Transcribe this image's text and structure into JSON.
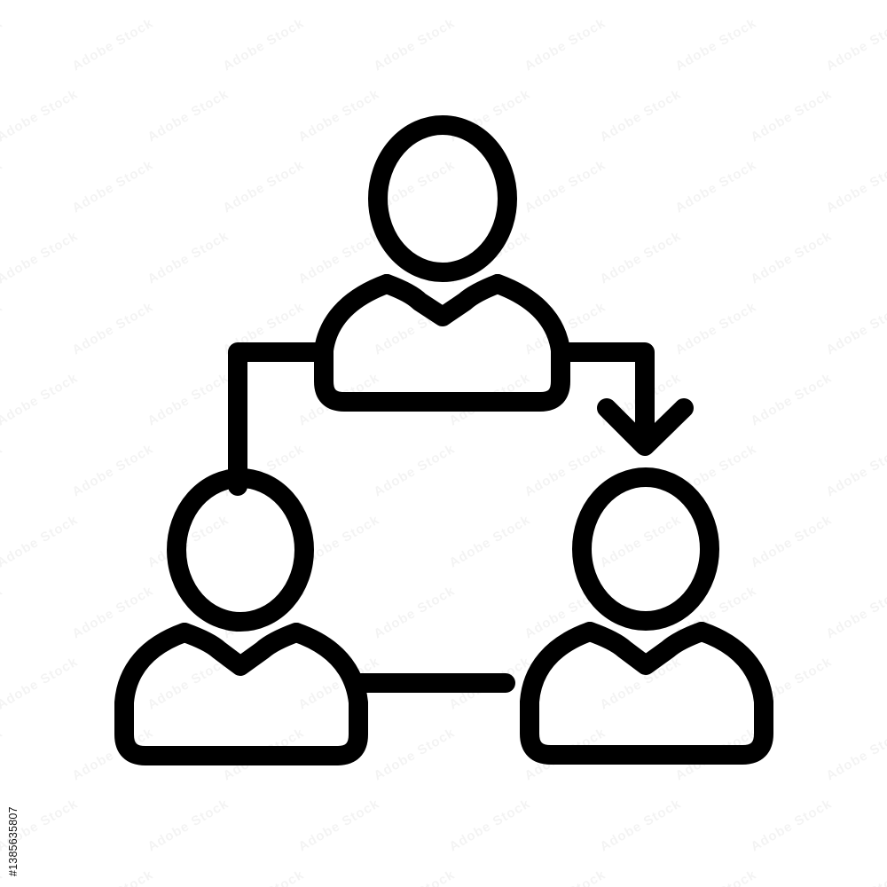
{
  "watermark": {
    "text": "Adobe Stock",
    "stock_id": "#1385635807"
  },
  "icon": {
    "name": "team-workflow-icon",
    "stroke_color": "#000000",
    "background_color": "#ffffff",
    "people": [
      "top-person",
      "bottom-left-person",
      "bottom-right-person"
    ],
    "connectors": [
      "top-to-left-connector",
      "top-to-right-arrow-connector",
      "left-to-right-connector"
    ]
  }
}
